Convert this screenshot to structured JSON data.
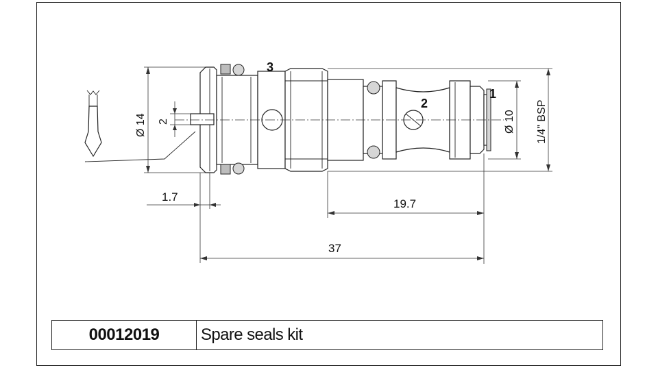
{
  "labels": {
    "item_1": "1",
    "item_2": "2",
    "item_3": "3"
  },
  "dimensions": {
    "dia_14": "Ø 14",
    "slot_width": "2",
    "dia_10": "Ø 10",
    "thread": "1/4\" BSP",
    "slot_depth": "1.7",
    "length_19_7": "19.7",
    "length_37": "37"
  },
  "title_block": {
    "part_number": "00012019",
    "description": "Spare seals kit"
  },
  "colors": {
    "line": "#222222",
    "seal_fill": "#bdbdbd",
    "background": "#ffffff"
  }
}
